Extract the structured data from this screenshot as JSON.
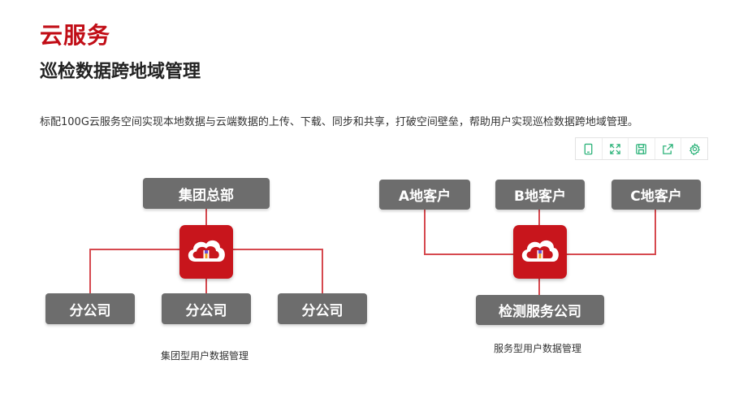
{
  "header": {
    "title": "云服务",
    "subtitle": "巡检数据跨地域管理",
    "description": "标配100G云服务空间实现本地数据与云端数据的上传、下载、同步和共享，打破空间壁垒，帮助用户实现巡检数据跨地域管理。"
  },
  "toolbar": {
    "buttons": [
      {
        "icon": "tablet-icon"
      },
      {
        "icon": "expand-icon"
      },
      {
        "icon": "save-icon"
      },
      {
        "icon": "share-icon"
      },
      {
        "icon": "gear-icon"
      }
    ],
    "icon_color": "#2db37a"
  },
  "diagram_left": {
    "top_node": "集团总部",
    "branches": [
      "分公司",
      "分公司",
      "分公司"
    ],
    "caption": "集团型用户数据管理"
  },
  "diagram_right": {
    "clients": [
      "A地客户",
      "B地客户",
      "C地客户"
    ],
    "bottom_node": "检测服务公司",
    "caption": "服务型用户数据管理"
  },
  "colors": {
    "brand_red": "#c10d16",
    "node_gray": "#6d6d6d",
    "connector_red": "#d6494f",
    "hub_red": "#c8151c"
  }
}
